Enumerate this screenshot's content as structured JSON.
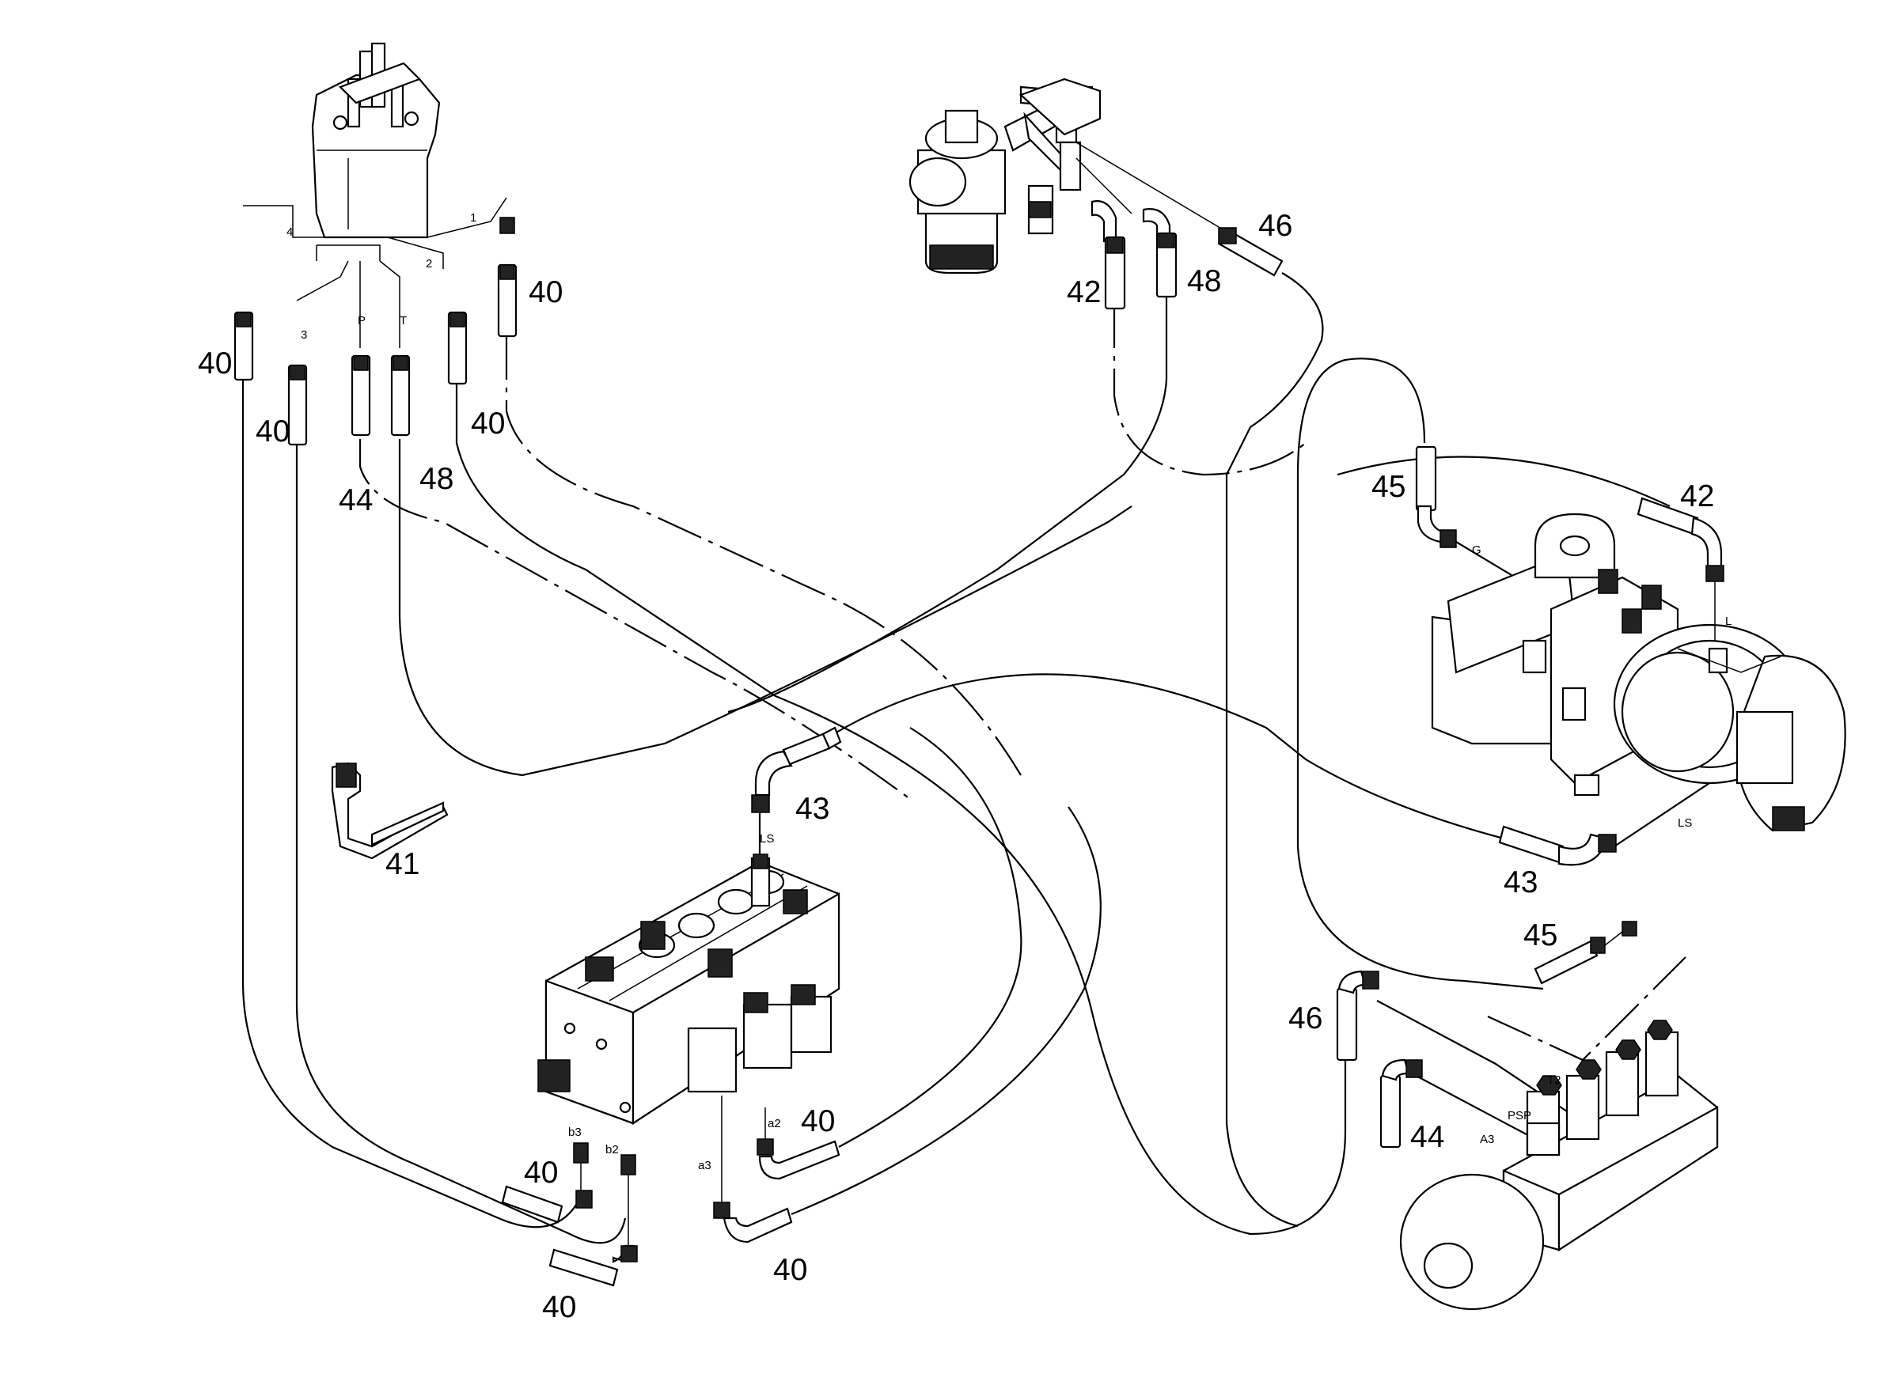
{
  "diagram": {
    "callouts": {
      "c40a": "40",
      "c40b": "40",
      "c40c": "40",
      "c40d": "40",
      "c40e": "40",
      "c40f": "40",
      "c40g": "40",
      "c40h": "40",
      "c41": "41",
      "c42a": "42",
      "c42b": "42",
      "c43a": "43",
      "c43b": "43",
      "c44a": "44",
      "c44b": "44",
      "c45a": "45",
      "c45b": "45",
      "c46a": "46",
      "c46b": "46",
      "c48a": "48",
      "c48b": "48"
    },
    "ports": {
      "p4": "4",
      "p1": "1",
      "p2": "2",
      "p3": "3",
      "pP": "P",
      "pT": "T",
      "pLS1": "LS",
      "pLS2": "LS",
      "pG": "G",
      "pL": "L",
      "pb3": "b3",
      "pb2": "b2",
      "pa3": "a3",
      "pa2": "a2",
      "pT2": "T2",
      "pPSP": "PSP",
      "pA3": "A3"
    }
  }
}
